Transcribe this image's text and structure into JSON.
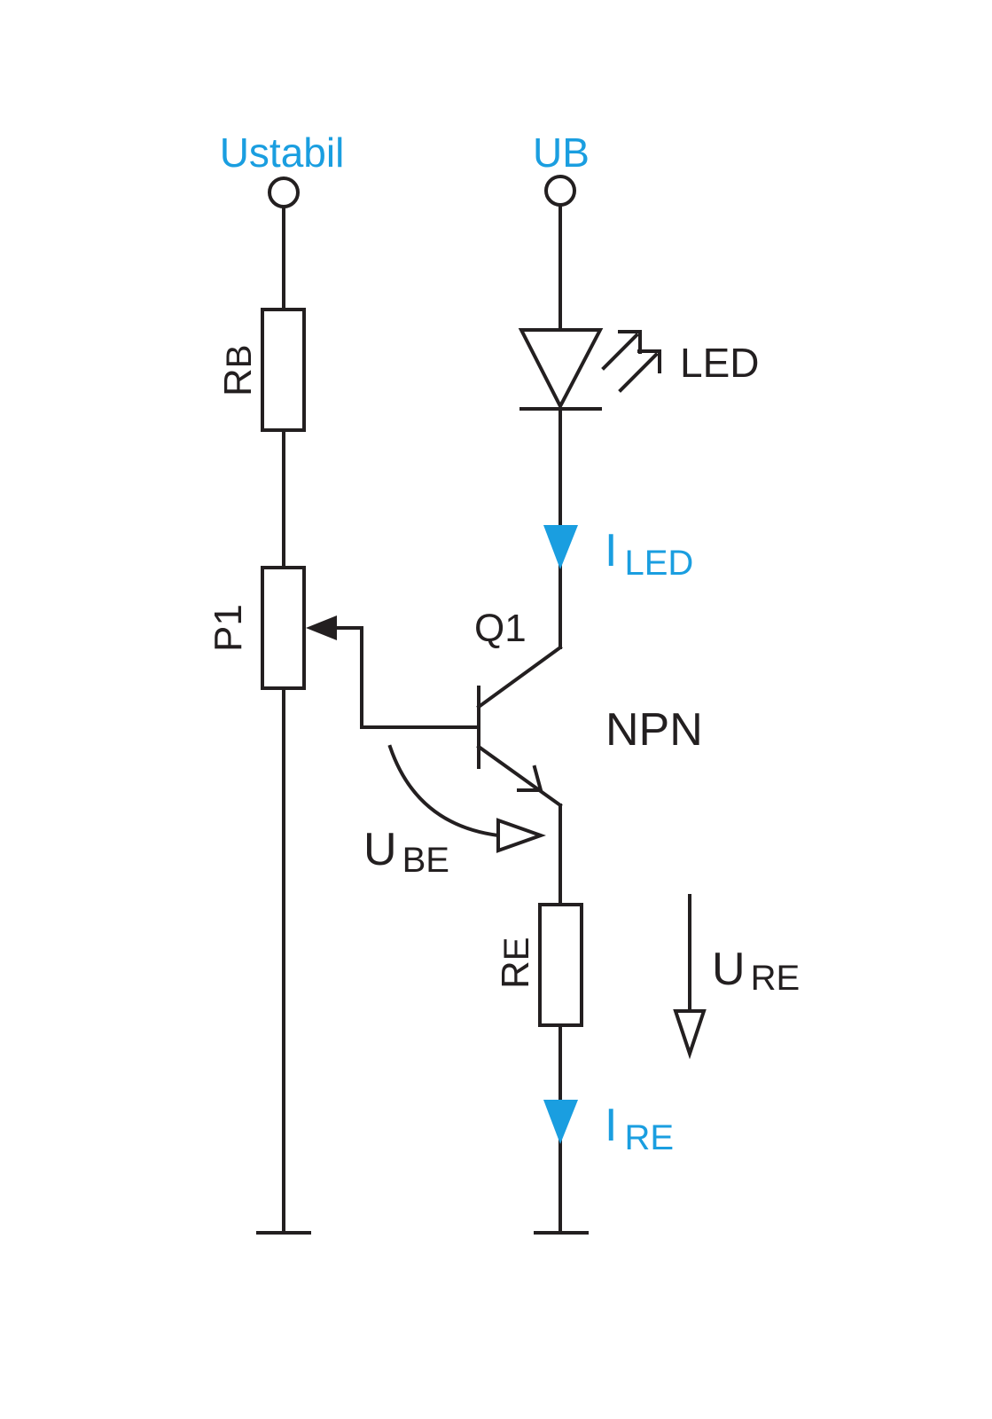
{
  "colors": {
    "wire": "#231f20",
    "accent": "#1a9ee0",
    "background": "#ffffff"
  },
  "terminals": {
    "left": "Ustabil",
    "right": "UB"
  },
  "components": {
    "rb": {
      "main": "R",
      "sub": "B"
    },
    "p1": "P1",
    "led": "LED",
    "q1": "Q1",
    "npn": "NPN",
    "re": {
      "main": "R",
      "sub": "E"
    }
  },
  "quantities": {
    "i_led": {
      "main": "I",
      "sub": "LED"
    },
    "u_be": {
      "main": "U",
      "sub": "BE"
    },
    "u_re": {
      "main": "U",
      "sub": "RE"
    },
    "i_re": {
      "main": "I",
      "sub": "RE"
    }
  }
}
